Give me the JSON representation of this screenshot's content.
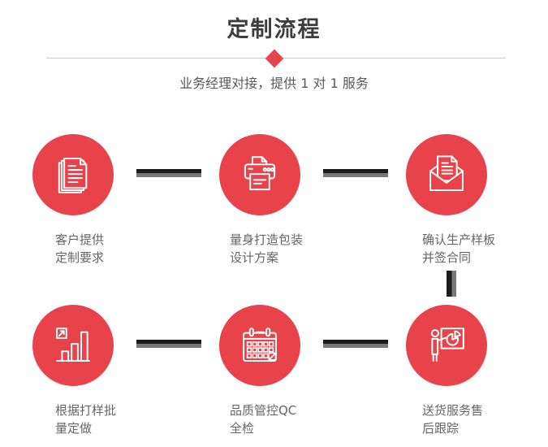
{
  "page": {
    "background": "#ffffff"
  },
  "colors": {
    "page_bg": "#ffffff",
    "accent": "#e8434a",
    "connector_dark": "#1b1b1b",
    "connector_gray": "#787878",
    "divider": "#c9c9c9",
    "title_text": "#3d3d3d",
    "subtitle_text": "#595959",
    "label_text": "#666666",
    "icon_stroke": "#ffffff"
  },
  "header": {
    "title": "定制流程",
    "subtitle": "业务经理对接，提供 1 对 1 服务",
    "divider_marker": "diamond-icon"
  },
  "steps": [
    {
      "icon": "documents-stack-icon",
      "label_line1": "客户提供",
      "label_line2": "定制要求"
    },
    {
      "icon": "printer-icon",
      "label_line1": "量身打造包装",
      "label_line2": "设计方案"
    },
    {
      "icon": "envelope-letter-icon",
      "label_line1": "确认生产样板",
      "label_line2": "并签合同"
    },
    {
      "icon": "bar-chart-growth-icon",
      "label_line1": "根据打样批",
      "label_line2": "量定做"
    },
    {
      "icon": "calendar-icon",
      "label_line1": "品质管控QC",
      "label_line2": "全检"
    },
    {
      "icon": "presentation-pie-icon",
      "label_line1": "送货服务售",
      "label_line2": "后跟踪"
    }
  ],
  "connectors": {
    "horizontal_count": 4,
    "vertical_count": 1
  }
}
